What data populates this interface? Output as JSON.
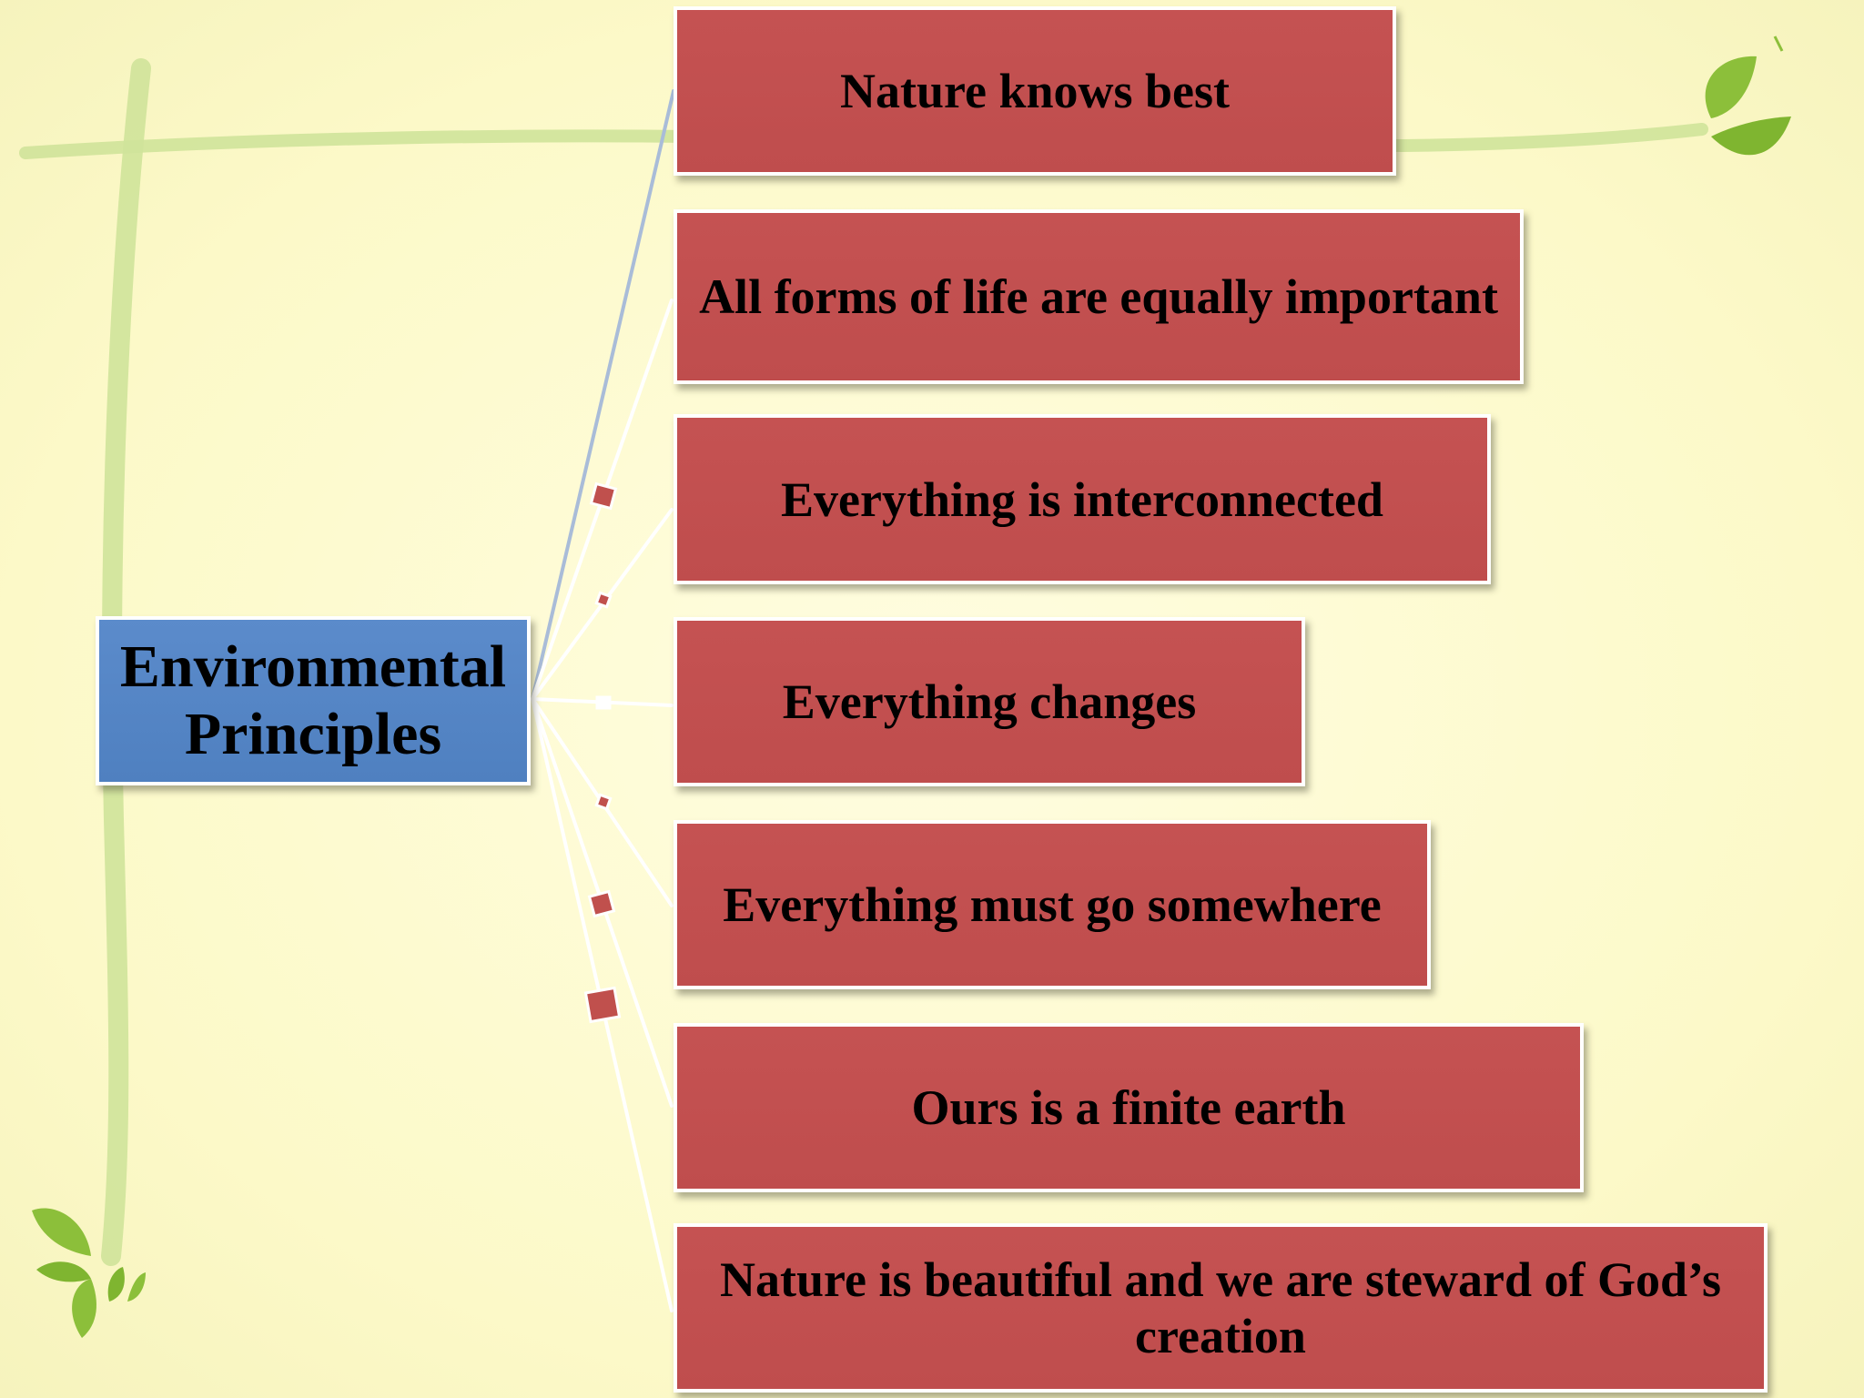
{
  "title": "Environmental Principles",
  "center": "Environmental Principles",
  "principles": [
    "Nature knows best",
    "All forms of life are equally important",
    "Everything is interconnected",
    "Everything changes",
    "Everything must go somewhere",
    "Ours is a finite earth",
    "Nature is beautiful and we are steward of God’s creation"
  ],
  "colors": {
    "background": "#fdfccf",
    "central_box": "#4f81bd",
    "principle_box": "#c0504d",
    "connector": "#ffffff",
    "vine": "#c8e08a"
  }
}
